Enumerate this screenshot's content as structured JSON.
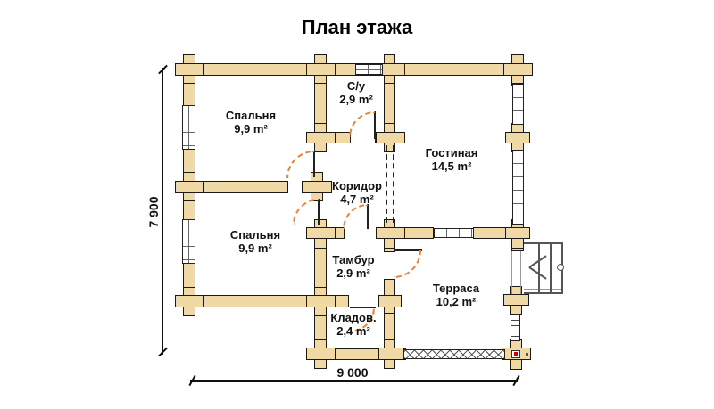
{
  "title": "План этажа",
  "rooms": [
    {
      "name": "Спальня",
      "area": "9,9 m²"
    },
    {
      "name": "С/у",
      "area": "2,9 m²"
    },
    {
      "name": "Гостиная",
      "area": "14,5 m²"
    },
    {
      "name": "Коридор",
      "area": "4,7 m²"
    },
    {
      "name": "Спальня",
      "area": "9,9 m²"
    },
    {
      "name": "Тамбур",
      "area": "2,9 m²"
    },
    {
      "name": "Кладов.",
      "area": "2,4 m²"
    },
    {
      "name": "Терраса",
      "area": "10,2 m²"
    }
  ],
  "dimensions": {
    "width": "9 000",
    "height": "7 900"
  },
  "colors": {
    "wall_fill": "#F0D9A5",
    "wall_outline": "#1a1a1a",
    "door_arc": "#E8823A",
    "entry_marker": "#CC0000"
  }
}
